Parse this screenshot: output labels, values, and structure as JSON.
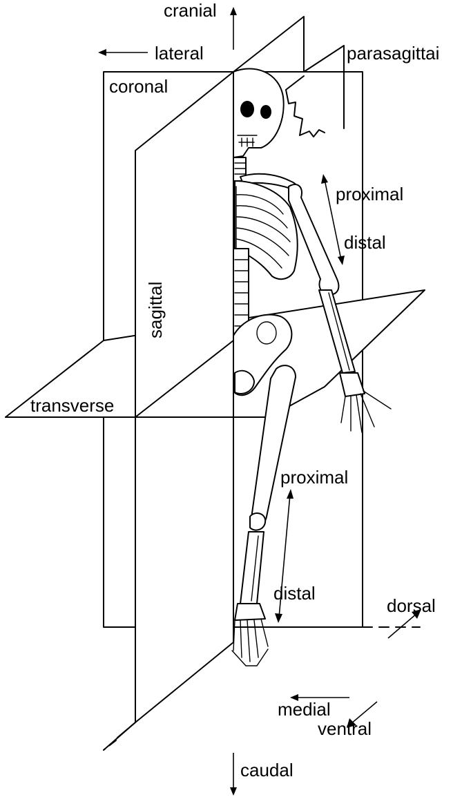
{
  "labels": {
    "cranial": "cranial",
    "caudal": "caudal",
    "lateral": "lateral",
    "medial": "medial",
    "dorsal": "dorsal",
    "ventral": "ventral",
    "coronal": "coronal",
    "parasagittal": "parasagittai",
    "sagittal": "sagittal",
    "transverse": "transverse",
    "proximal_upper": "proximal",
    "distal_upper": "distal",
    "proximal_lower": "proximal",
    "distal_lower": "distal"
  },
  "colors": {
    "line": "#000000",
    "background": "#ffffff"
  }
}
